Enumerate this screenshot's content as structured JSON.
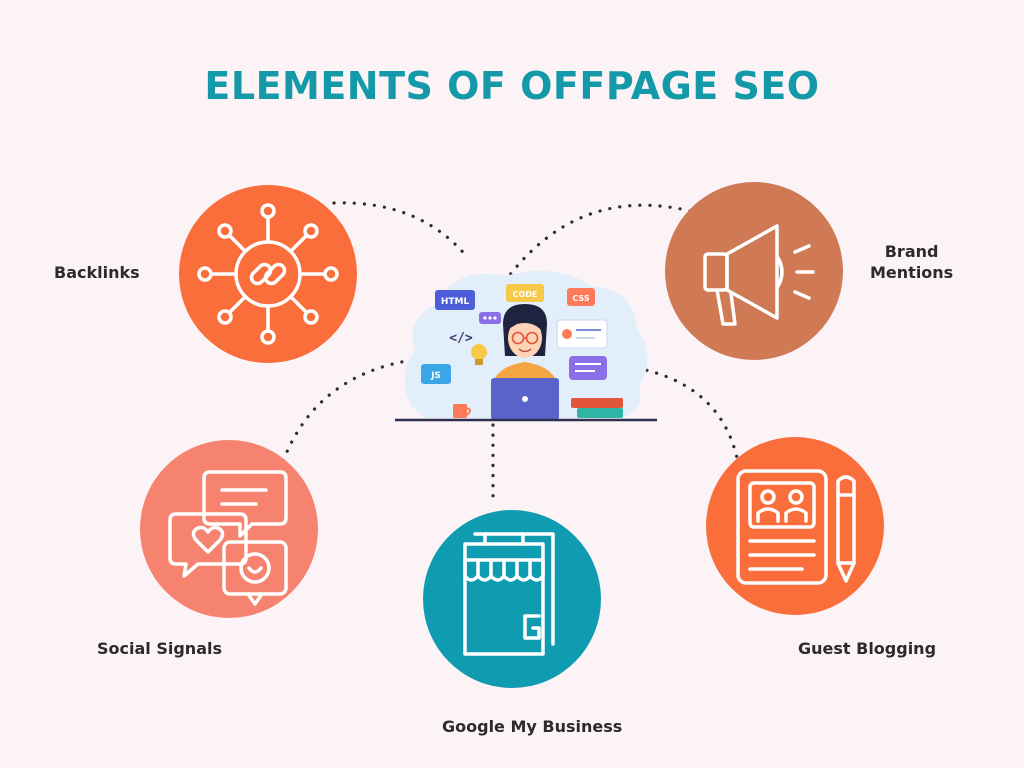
{
  "title": "ELEMENTS OF OFFPAGE SEO",
  "colors": {
    "title": "#1499a8",
    "backlinks": "#fa6e3b",
    "brand_mentions": "#cf7a55",
    "social_signals": "#f5836f",
    "google_my_business": "#109cb0",
    "guest_blogging": "#fa6e3b",
    "background": "#fcf3f7"
  },
  "elements": {
    "backlinks": {
      "label": "Backlinks",
      "icon": "chain-network-icon"
    },
    "brand_mentions": {
      "label_line1": "Brand",
      "label_line2": "Mentions",
      "icon": "megaphone-icon"
    },
    "social_signals": {
      "label": "Social Signals",
      "icon": "chat-bubbles-icon"
    },
    "google_my_business": {
      "label": "Google My Business",
      "icon": "storefront-icon"
    },
    "guest_blogging": {
      "label": "Guest Blogging",
      "icon": "document-pencil-icon"
    }
  },
  "center_illustration": {
    "icon": "developer-at-laptop-illustration",
    "tags": {
      "html": "HTML",
      "code": "CODE",
      "css": "CSS",
      "js": "JS",
      "tag": "</>"
    }
  }
}
